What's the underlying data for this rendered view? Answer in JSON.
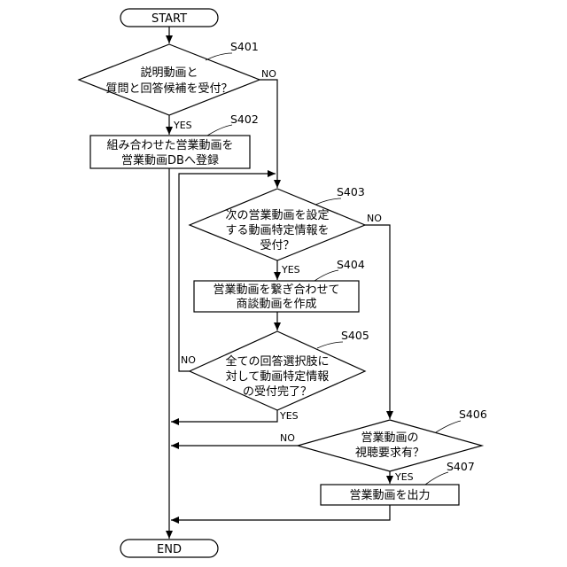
{
  "terminals": {
    "start": "START",
    "end": "END"
  },
  "steps": {
    "s401": {
      "id": "S401",
      "lines": [
        "説明動画と",
        "質問と回答候補を受付？"
      ]
    },
    "s402": {
      "id": "S402",
      "lines": [
        "組み合わせた営業動画を",
        "営業動画DBへ登録"
      ]
    },
    "s403": {
      "id": "S403",
      "lines": [
        "次の営業動画を設定",
        "する動画特定情報を",
        "受付？"
      ]
    },
    "s404": {
      "id": "S404",
      "lines": [
        "営業動画を繋ぎ合わせて",
        "商談動画を作成"
      ]
    },
    "s405": {
      "id": "S405",
      "lines": [
        "全ての回答選択肢に",
        "対して動画特定情報",
        "の受付完了？"
      ]
    },
    "s406": {
      "id": "S406",
      "lines": [
        "営業動画の",
        "視聴要求有？"
      ]
    },
    "s407": {
      "id": "S407",
      "lines": [
        "営業動画を出力"
      ]
    }
  },
  "branch_labels": {
    "yes": "YES",
    "no": "NO"
  }
}
